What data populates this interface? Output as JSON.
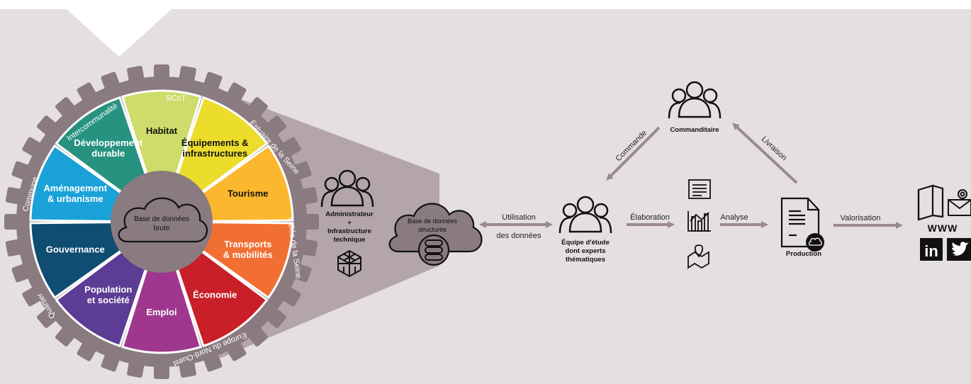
{
  "diagram": {
    "ring_labels": [
      "SCoT",
      "Estuaire de la Seine",
      "Vallée de la Seine",
      "Europe du Nord-Ouest",
      "Quartier",
      "Commune",
      "Intercommunalité"
    ],
    "wheel_segments": [
      {
        "lines": [
          "Habitat"
        ],
        "color": "#cddc6a"
      },
      {
        "lines": [
          "Équipements &",
          "infrastructures"
        ],
        "color": "#ecdc2c"
      },
      {
        "lines": [
          "Tourisme"
        ],
        "color": "#fbb82e"
      },
      {
        "lines": [
          "Transports",
          "& mobilités"
        ],
        "color": "#f26f33"
      },
      {
        "lines": [
          "Économie"
        ],
        "color": "#c91f28"
      },
      {
        "lines": [
          "Emploi"
        ],
        "color": "#a0378e"
      },
      {
        "lines": [
          "Population",
          "et société"
        ],
        "color": "#5c3c94"
      },
      {
        "lines": [
          "Gouvernance"
        ],
        "color": "#0f4d72"
      },
      {
        "lines": [
          "Aménagement",
          "& urbanisme"
        ],
        "color": "#1aa2d8"
      },
      {
        "lines": [
          "Développement",
          "durable"
        ],
        "color": "#27927f"
      }
    ],
    "center": {
      "line1": "Base de données",
      "line2": "brute"
    },
    "admin": {
      "line1": "Administrateur",
      "line2": "+",
      "line3": "Infrastructure",
      "line4": "technique"
    },
    "structured_db": {
      "line1": "Base de données",
      "line2": "structurée"
    },
    "utilisation": {
      "line1": "Utilisation",
      "line2": "des données"
    },
    "team": {
      "line1": "Équipe d'étude",
      "line2": "dont experts",
      "line3": "thématiques"
    },
    "commanditaire": "Commanditaire",
    "commande": "Commande",
    "livraison": "Livraison",
    "elaboration": "Élaboration",
    "analyse": "Analyse",
    "production": "Production",
    "valorisation": "Valorisation",
    "www": "WWW"
  },
  "colors": {
    "background": "#e5dfe0",
    "gear": "#8a7b80",
    "beam": "#b3a5aa",
    "arrow": "#9a8a90",
    "hub": "#8a7b80"
  },
  "icons": [
    "people-icon",
    "cloud-icon",
    "database-icon",
    "cube-network-icon",
    "document-icon",
    "chart-icon",
    "map-icon",
    "production-document-icon",
    "book-icon",
    "mail-icon",
    "linkedin-icon",
    "twitter-icon"
  ]
}
